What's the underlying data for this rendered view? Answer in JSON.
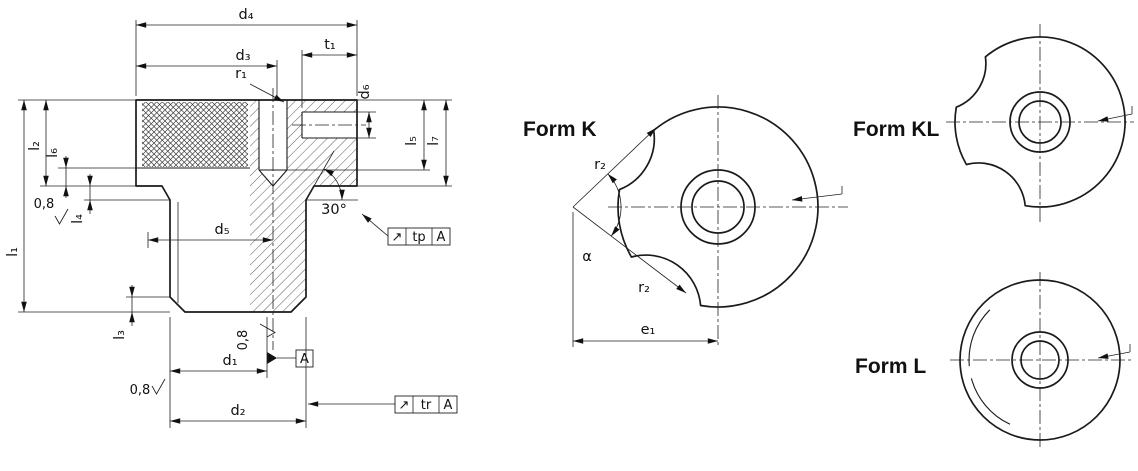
{
  "section": {
    "d1": "d₁",
    "d2": "d₂",
    "d3": "d₃",
    "d4": "d₄",
    "d5": "d₅",
    "d6": "d₆",
    "l1": "l₁",
    "l2": "l₂",
    "l3": "l₃",
    "l4": "l₄",
    "l5": "l₅",
    "l6": "l₆",
    "l7": "l₇",
    "t1": "t₁",
    "r1": "r₁",
    "angle30": "30°",
    "sf_head": "0,8",
    "sf_d1": "0,8",
    "sf_d2": "0,8",
    "datum": "A",
    "tp": {
      "symbol": "↗",
      "tol": "tp",
      "datum": "A"
    },
    "tr": {
      "symbol": "↗",
      "tol": "tr",
      "datum": "A"
    }
  },
  "forms": {
    "k": {
      "title": "Form K",
      "r2_upper": "r₂",
      "r2_lower": "r₂",
      "alpha": "α",
      "e1": "e₁"
    },
    "kl": {
      "title": "Form KL"
    },
    "l": {
      "title": "Form L"
    }
  },
  "colors": {
    "line": "#1a1a1a",
    "background": "#ffffff"
  }
}
